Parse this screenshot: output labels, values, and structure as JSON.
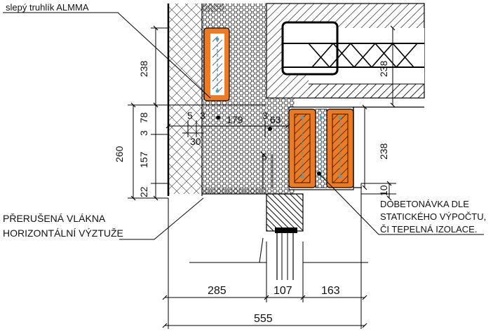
{
  "annotations": {
    "almma": "slepý truhlík ALMMA",
    "fibers_line1": "PŘERUŠENÁ VLÁKNA",
    "fibers_line2": "HORIZONTÁLNÍ VÝZTUŽE",
    "topping_line1": "DOBETONÁVKA DLE",
    "topping_line2": "STATICKÉHO VÝPOČTU,",
    "topping_line3": "ČI TEPELNÁ IZOLACE."
  },
  "dimensions": {
    "left_238": "238",
    "left_3": "3",
    "left_78": "78",
    "left_260": "260",
    "left_157": "157",
    "left_22": "22",
    "top_5": "5",
    "top_3": "3",
    "top_179": "179",
    "top_3b": "3",
    "top_63": "63",
    "mid_30": "30",
    "mid_5": "5",
    "right_238_top": "238",
    "right_238": "238",
    "right_10": "10",
    "bottom_285": "285",
    "bottom_107": "107",
    "bottom_163": "163",
    "bottom_555": "555"
  },
  "colors": {
    "insulation_orange": "#ee7a24",
    "rebar_teal": "#4ba3b8",
    "line": "#000000"
  }
}
